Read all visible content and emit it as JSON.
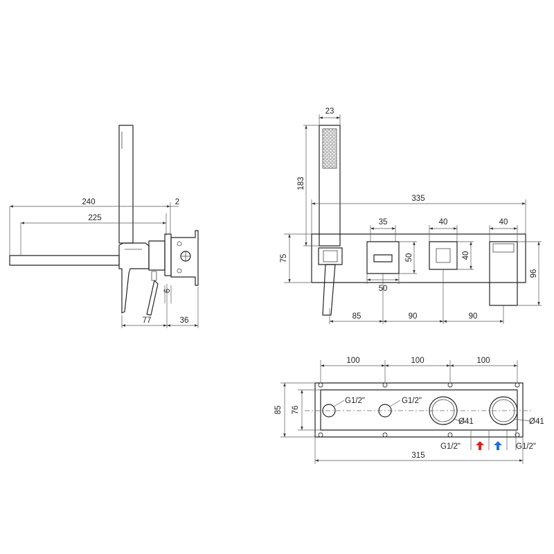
{
  "side_view": {
    "dim_overall_projection": "240",
    "dim_spout_reach": "225",
    "dim_plate_thickness": "2",
    "dim_body_depth": "77",
    "dim_wall_depth": "36",
    "dim_small": "6"
  },
  "front_view": {
    "dim_handshower_width": "23",
    "dim_handshower_height": "183",
    "dim_overall_width": "335",
    "dim_valve_square": "35",
    "dim_square_height": "50",
    "dim_square_width": "50",
    "dim_handle_width": "40",
    "dim_handle_height": "40",
    "dim_handle_right_width": "40",
    "dim_plate_height": "75",
    "dim_spout_height": "96",
    "dim_spacing_first": "85",
    "dim_spacing_second": "90",
    "dim_spacing_third": "90"
  },
  "box_view": {
    "dim_spacing_a": "100",
    "dim_spacing_b": "100",
    "dim_spacing_c": "100",
    "dim_outer_height": "85",
    "dim_inner_height": "76",
    "dim_total_length": "315",
    "thread_label_1": "G1/2\"",
    "thread_label_2": "G1/2\"",
    "thread_label_3": "G1/2\"",
    "thread_label_4": "G1/2\"",
    "bore_label_1": "Ø41",
    "bore_label_2": "Ø41",
    "hot_arrow_color": "#e02020",
    "cold_arrow_color": "#1f6fd6"
  }
}
